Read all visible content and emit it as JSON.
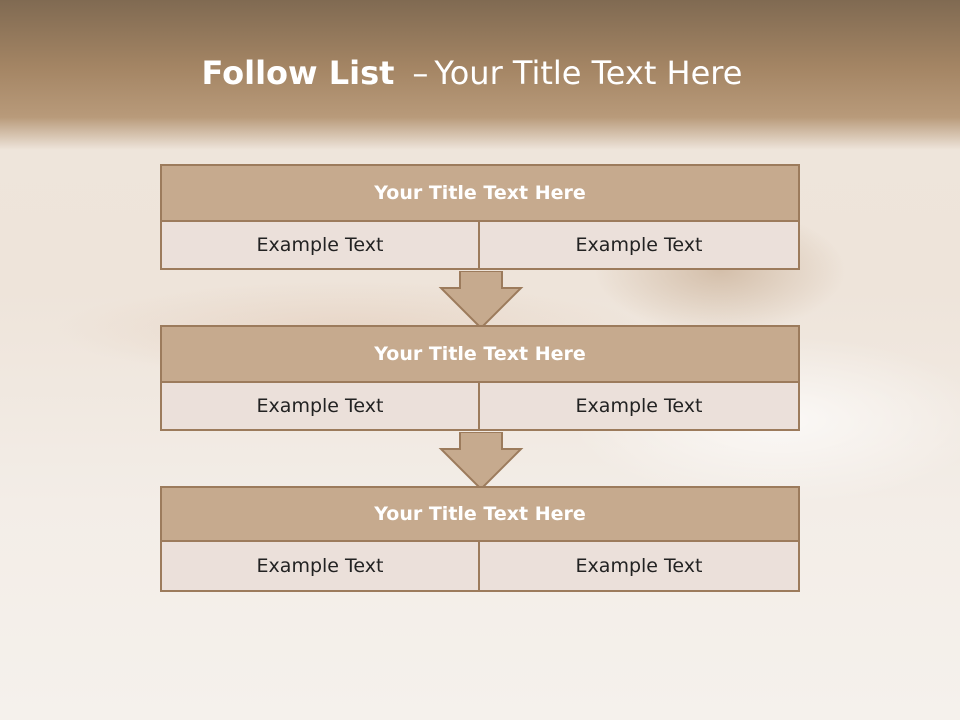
{
  "title": {
    "bold": "Follow List",
    "dash": "–",
    "rest": "Your Title Text Here"
  },
  "blocks": [
    {
      "title": "Your Title Text Here",
      "left": "Example Text",
      "right": "Example Text"
    },
    {
      "title": "Your Title Text Here",
      "left": "Example Text",
      "right": "Example Text"
    },
    {
      "title": "Your Title Text Here",
      "left": "Example Text",
      "right": "Example Text"
    }
  ],
  "colors": {
    "header": "#a48564",
    "box_title": "#c6aa8e",
    "box_cell": "#ebe0da",
    "border": "#9c7b5c"
  }
}
